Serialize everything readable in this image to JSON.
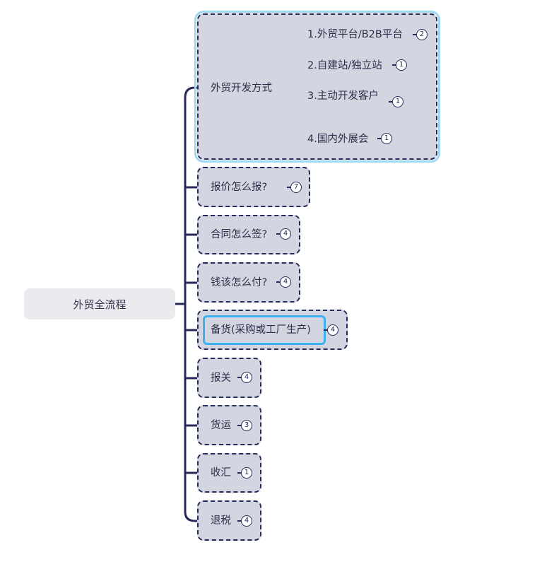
{
  "root": {
    "label": "外贸全流程"
  },
  "colors": {
    "line": "#262a5a",
    "node_fill": "#d3d5e0",
    "root_fill": "#ebebef",
    "selection": "#3eb2ee",
    "group_selection": "#9fd8f2"
  },
  "branches": [
    {
      "label": "外贸开发方式",
      "children": [
        {
          "label": "1.外贸平台/B2B平台",
          "count": "2"
        },
        {
          "label": "2.自建站/独立站",
          "count": "1"
        },
        {
          "label": "3.主动开发客户",
          "count": "1"
        },
        {
          "label": "4.国内外展会",
          "count": "1"
        }
      ]
    },
    {
      "label": "报价怎么报?",
      "count": "7"
    },
    {
      "label": "合同怎么签?",
      "count": "4"
    },
    {
      "label": "钱该怎么付?",
      "count": "4"
    },
    {
      "label": "备货(采购或工厂生产)",
      "count": "4"
    },
    {
      "label": "报关",
      "count": "4"
    },
    {
      "label": "货运",
      "count": "3"
    },
    {
      "label": "收汇",
      "count": "1"
    },
    {
      "label": "退税",
      "count": "4"
    }
  ]
}
